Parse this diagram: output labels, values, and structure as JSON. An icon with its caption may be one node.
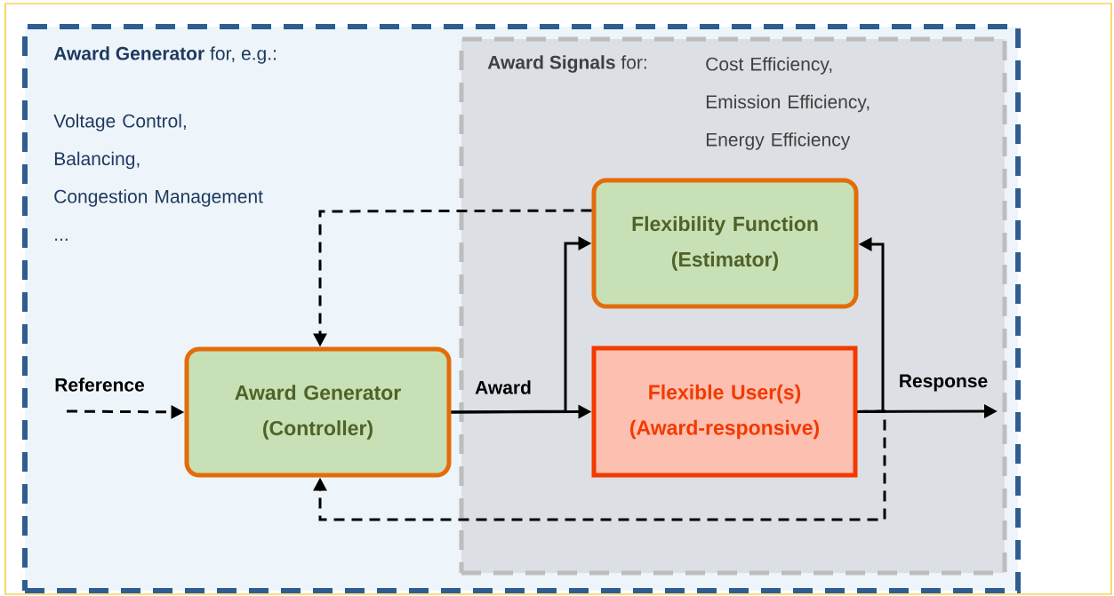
{
  "diagram": {
    "nodes": [
      {
        "text": [
          "**Award Generator** for, e.g.:",
          "Voltage Control, Balancing, Congestion Management ..."
        ]
      },
      {
        "text": [
          "**Award Signals** for:",
          "Cost Efficiency, Emission Efficiency, Energy Efficiency"
        ],
        "in": 0
      },
      {
        "text": [
          "Award Generator (Controller)"
        ],
        "in": 0
      },
      {
        "text": [
          "Flexibility Function (Estimator)"
        ],
        "in": 1
      },
      {
        "text": [
          "Flexible User(s) (Award-responsive)"
        ],
        "in": 1
      }
    ],
    "edges": [
      {
        "from": null,
        "to": 2,
        "arrow": "to",
        "label": "Reference",
        "style": "dashed"
      },
      {
        "from": 2,
        "to": 4,
        "arrow": "to",
        "label": "Award"
      },
      {
        "from": 2,
        "to": 3,
        "arrow": "to"
      },
      {
        "from": 4,
        "to": null,
        "arrow": "to",
        "label": "Response"
      },
      {
        "from": 4,
        "to": 3,
        "arrow": "to"
      },
      {
        "from": 3,
        "to": 2,
        "arrow": "to",
        "style": "dashed"
      },
      {
        "from": 4,
        "to": 2,
        "arrow": "to",
        "style": "dashed"
      }
    ]
  }
}
